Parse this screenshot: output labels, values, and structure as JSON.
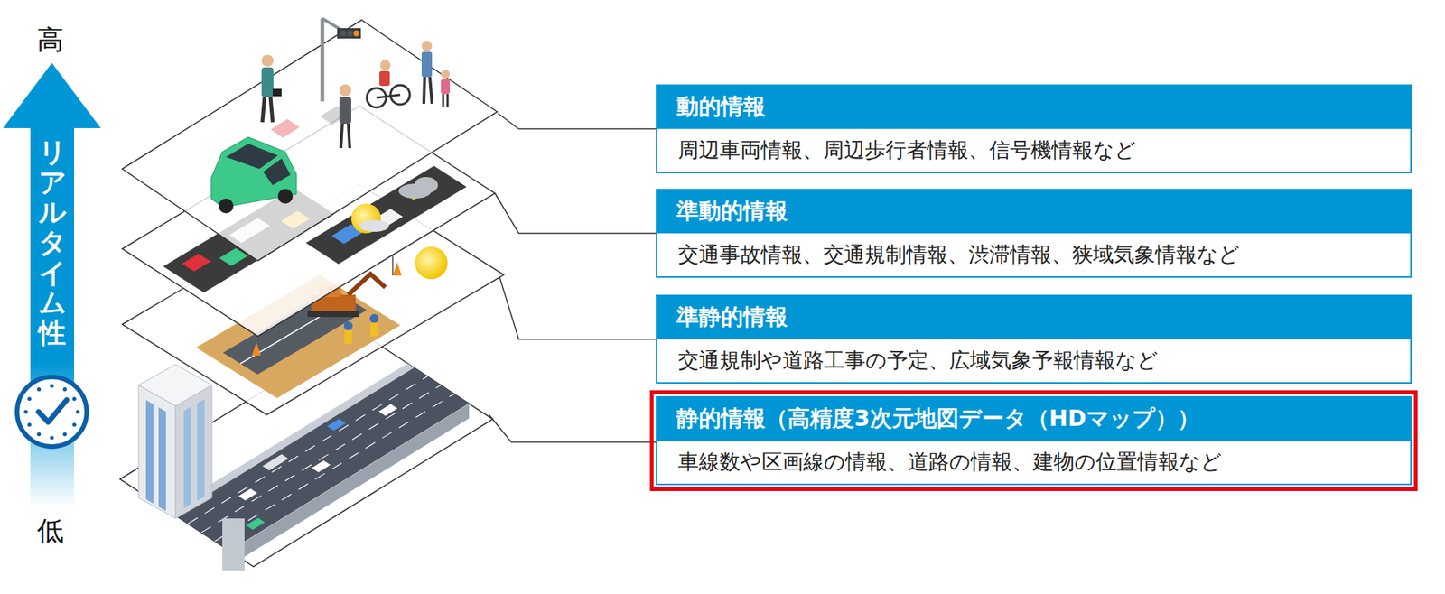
{
  "diagram": {
    "nodes": [
      {
        "text": [
          "リアルタイム性"
        ]
      },
      {
        "text": [
          "動的情報",
          "周辺車両情報、周辺歩行者情報、信号機情報など"
        ]
      },
      {
        "text": [
          "準動的情報",
          "交通事故情報、交通規制情報、渋滞情報、狭域気象情報など"
        ]
      },
      {
        "text": [
          "準静的情報",
          "交通規制や道路工事の予定、広域気象予報情報など"
        ]
      },
      {
        "text": [
          "静的情報（高精度3次元地図データ（HDマップ））",
          "車線数や区画線の情報、道路の情報、建物の位置情報など"
        ]
      }
    ],
    "labels": [
      "高",
      "低"
    ]
  }
}
